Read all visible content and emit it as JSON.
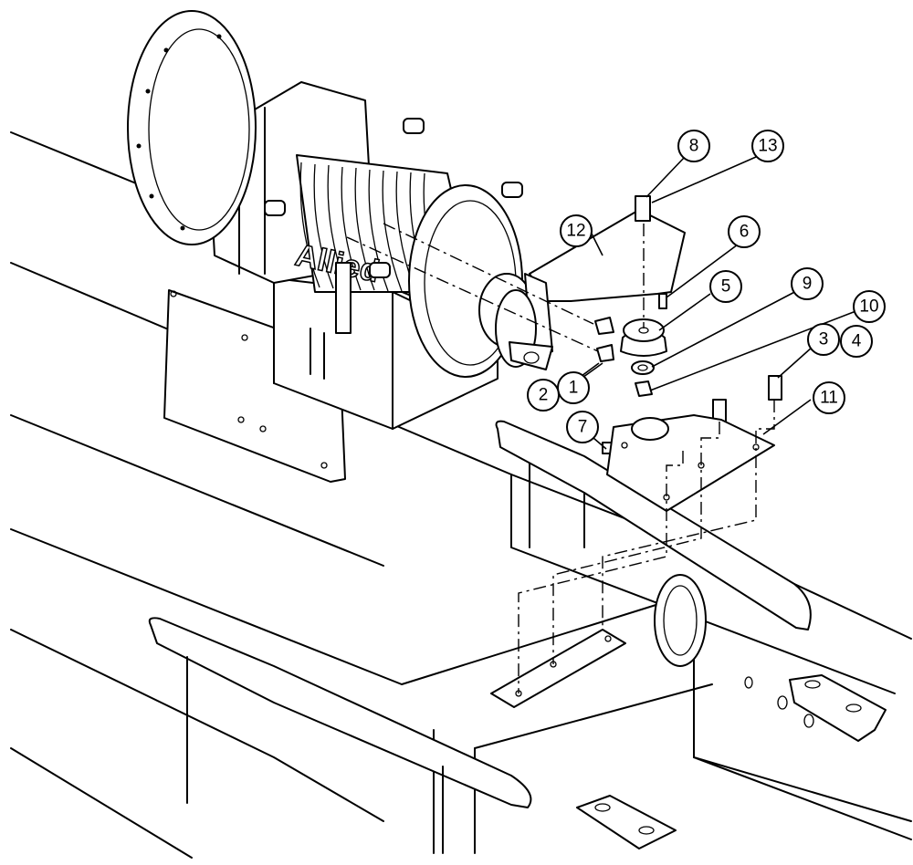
{
  "drawing": {
    "brand_text": "Allied",
    "callouts": [
      {
        "label": "1"
      },
      {
        "label": "2"
      },
      {
        "label": "3"
      },
      {
        "label": "4"
      },
      {
        "label": "5"
      },
      {
        "label": "6"
      },
      {
        "label": "7"
      },
      {
        "label": "8"
      },
      {
        "label": "9"
      },
      {
        "label": "10"
      },
      {
        "label": "11"
      },
      {
        "label": "12"
      },
      {
        "label": "13"
      }
    ]
  }
}
